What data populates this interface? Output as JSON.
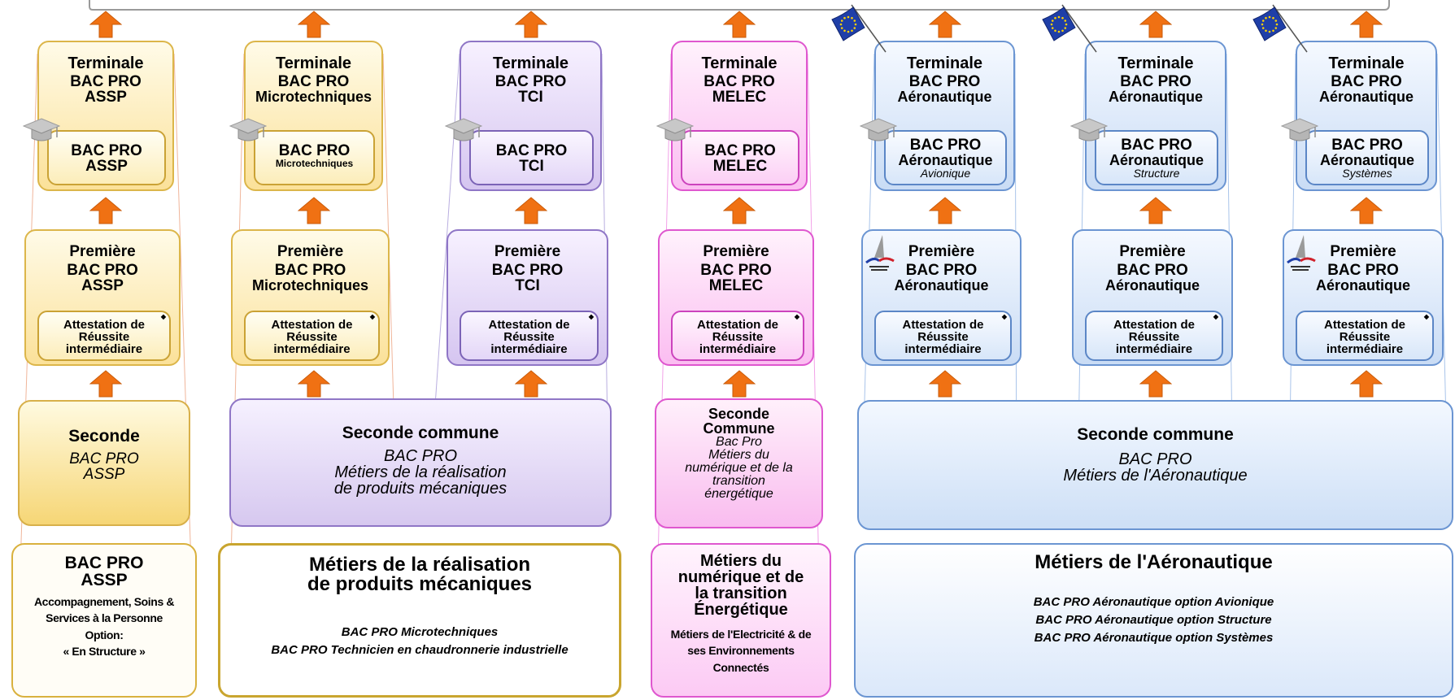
{
  "columns": [
    {
      "id": "assp",
      "terminale": {
        "title": "Terminale",
        "program": "BAC PRO",
        "specialty": "ASSP"
      },
      "terminale_inner": {
        "line1": "BAC PRO",
        "line2": "ASSP",
        "option": ""
      },
      "premiere": {
        "title": "Première",
        "program": "BAC PRO",
        "specialty": "ASSP"
      },
      "attestation": [
        "Attestation de",
        "Réussite",
        "intermédiaire"
      ]
    },
    {
      "id": "micro",
      "terminale": {
        "title": "Terminale",
        "program": "BAC PRO",
        "specialty": "Microtechniques"
      },
      "terminale_inner": {
        "line1": "BAC PRO",
        "line2": "Microtechniques",
        "option": ""
      },
      "premiere": {
        "title": "Première",
        "program": "BAC PRO",
        "specialty": "Microtechniques"
      },
      "attestation": [
        "Attestation de",
        "Réussite",
        "intermédiaire"
      ]
    },
    {
      "id": "tci",
      "terminale": {
        "title": "Terminale",
        "program": "BAC PRO",
        "specialty": "TCI"
      },
      "terminale_inner": {
        "line1": "BAC PRO",
        "line2": "TCI",
        "option": ""
      },
      "premiere": {
        "title": "Première",
        "program": "BAC PRO",
        "specialty": "TCI"
      },
      "attestation": [
        "Attestation de",
        "Réussite",
        "intermédiaire"
      ]
    },
    {
      "id": "melec",
      "terminale": {
        "title": "Terminale",
        "program": "BAC PRO",
        "specialty": "MELEC"
      },
      "terminale_inner": {
        "line1": "BAC PRO",
        "line2": "MELEC",
        "option": ""
      },
      "premiere": {
        "title": "Première",
        "program": "BAC PRO",
        "specialty": "MELEC"
      },
      "attestation": [
        "Attestation de",
        "Réussite",
        "intermédiaire"
      ]
    },
    {
      "id": "avionique",
      "terminale": {
        "title": "Terminale",
        "program": "BAC PRO",
        "specialty": "Aéronautique"
      },
      "terminale_inner": {
        "line1": "BAC PRO",
        "line2": "Aéronautique",
        "option": "Avionique"
      },
      "premiere": {
        "title": "Première",
        "program": "BAC PRO",
        "specialty": "Aéronautique"
      },
      "attestation": [
        "Attestation de",
        "Réussite",
        "intermédiaire"
      ]
    },
    {
      "id": "structure",
      "terminale": {
        "title": "Terminale",
        "program": "BAC PRO",
        "specialty": "Aéronautique"
      },
      "terminale_inner": {
        "line1": "BAC PRO",
        "line2": "Aéronautique",
        "option": "Structure"
      },
      "premiere": {
        "title": "Première",
        "program": "BAC PRO",
        "specialty": "Aéronautique"
      },
      "attestation": [
        "Attestation de",
        "Réussite",
        "intermédiaire"
      ]
    },
    {
      "id": "systemes",
      "terminale": {
        "title": "Terminale",
        "program": "BAC PRO",
        "specialty": "Aéronautique"
      },
      "terminale_inner": {
        "line1": "BAC PRO",
        "line2": "Aéronautique",
        "option": "Systèmes"
      },
      "premiere": {
        "title": "Première",
        "program": "BAC PRO",
        "specialty": "Aéronautique"
      },
      "attestation": [
        "Attestation de",
        "Réussite",
        "intermédiaire"
      ]
    }
  ],
  "seconde": {
    "assp": {
      "title": "Seconde",
      "lines": [
        "BAC PRO",
        "ASSP"
      ]
    },
    "rpm": {
      "title": "Seconde commune",
      "lines": [
        "BAC PRO",
        "Métiers de la réalisation",
        "de produits mécaniques"
      ]
    },
    "melec": {
      "title": [
        "Seconde",
        "Commune"
      ],
      "lines": [
        "Bac Pro",
        "Métiers du",
        "numérique et de la",
        "transition",
        "énergétique"
      ]
    },
    "aero": {
      "title": "Seconde commune",
      "lines": [
        "BAC PRO",
        "Métiers de l'Aéronautique"
      ]
    }
  },
  "families": {
    "assp": {
      "title": [
        "BAC PRO",
        "ASSP"
      ],
      "lines": [
        "Accompagnement, Soins &",
        "Services à la Personne",
        "Option:",
        "« En Structure »"
      ]
    },
    "rpm": {
      "title": [
        "Métiers de la réalisation",
        "de produits mécaniques"
      ],
      "lines": [
        "BAC PRO Microtechniques",
        "BAC PRO Technicien en chaudronnerie industrielle"
      ]
    },
    "melec": {
      "title": [
        "Métiers du",
        "numérique et de",
        "la transition",
        "Énergétique"
      ],
      "lines": [
        "Métiers de l'Electricité & de",
        "ses Environnements",
        "Connectés"
      ]
    },
    "aero": {
      "title": [
        "Métiers de l'Aéronautique"
      ],
      "lines": [
        "BAC PRO Aéronautique option Avionique",
        "BAC PRO Aéronautique option Structure",
        "BAC PRO Aéronautique option Systèmes"
      ]
    }
  },
  "colors": {
    "arrow": "#f07113",
    "yellow_border": "#dcb64a",
    "violet_border": "#8f76c6",
    "pink_border": "#df57cf",
    "blue_border": "#6b95d2",
    "icons": [
      "graduation-cap-icon",
      "european-flag-icon",
      "marine-nationale-logo"
    ]
  }
}
